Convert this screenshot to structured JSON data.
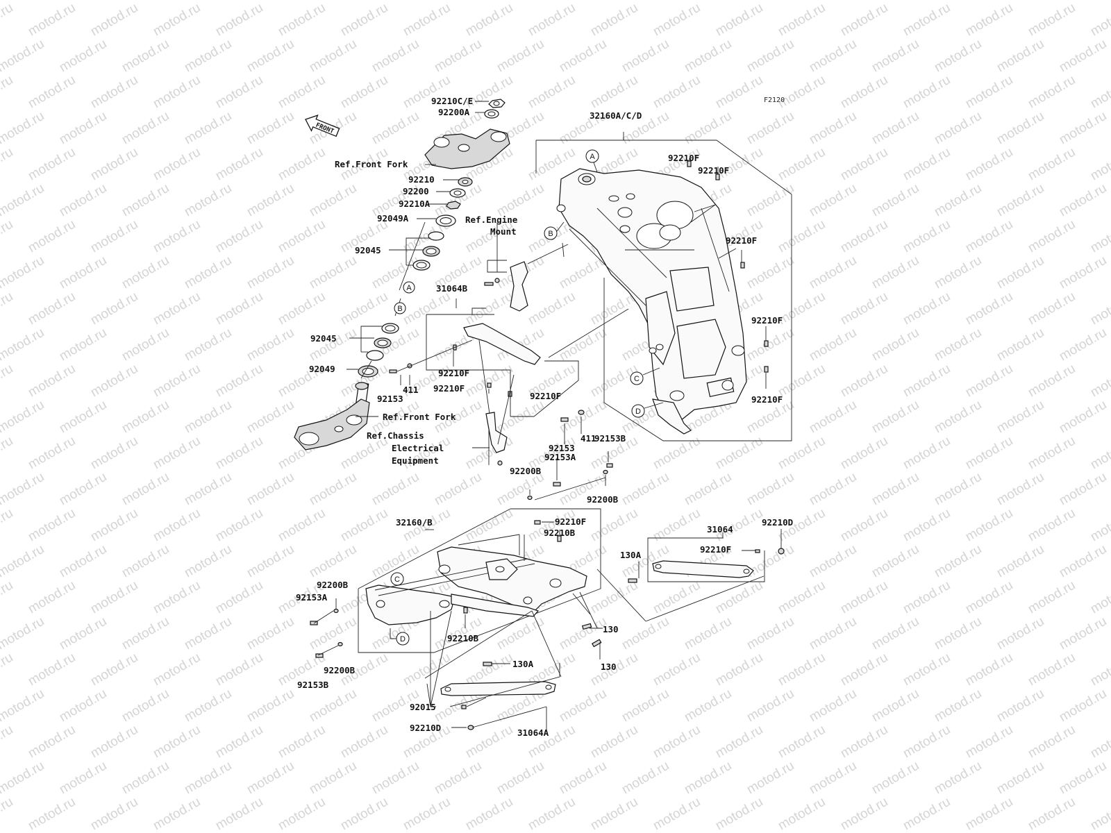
{
  "watermark": "motod.ru",
  "figure_code": "F2120",
  "front_label": "FRONT",
  "ref_circles": [
    "A",
    "B",
    "C",
    "D"
  ],
  "labels": {
    "p92210ce": "92210C/E",
    "p92200a": "92200A",
    "ref_front_fork_top": "Ref.Front Fork",
    "p92210": "92210",
    "p92200": "92200",
    "p92210a": "92210A",
    "p92049a": "92049A",
    "ref_engine_mount_1": "Ref.Engine",
    "ref_engine_mount_2": "Mount",
    "p92045_top": "92045",
    "p31064b": "31064B",
    "p92045_bottom": "92045",
    "p92049": "92049",
    "p92210f_a": "92210F",
    "p92210f_b": "92210F",
    "p92210f_c": "92210F",
    "p92153_left": "92153",
    "p411_left": "411",
    "ref_front_fork_bottom": "Ref.Front Fork",
    "ref_chassis_1": "Ref.Chassis",
    "ref_chassis_2": "Electrical",
    "ref_chassis_3": "Equipment",
    "p411_right": "411",
    "p92153_mid": "92153",
    "p92153a_mid": "92153A",
    "p92153b_mid": "92153B",
    "p92200b_mid": "92200B",
    "p92200b_right": "92200B",
    "p32160acd": "32160A/C/D",
    "p92210f_frame1": "92210F",
    "p92210f_frame2": "92210F",
    "p92210f_frame3": "92210F",
    "p92210f_frame4": "92210F",
    "p92210f_frame5": "92210F",
    "p32160b": "32160/B",
    "p92210f_sub": "92210F",
    "p92210b_sub": "92210B",
    "p92200b_left": "92200B",
    "p92153a_left": "92153A",
    "p92210b_bottom": "92210B",
    "p92200b_lower": "92200B",
    "p92153b_lower": "92153B",
    "p130_1": "130",
    "p130_2": "130",
    "p130a_bottom": "130A",
    "p92015": "92015",
    "p92210d_bottom": "92210D",
    "p31064a": "31064A",
    "p31064": "31064",
    "p92210d_right": "92210D",
    "p130a_right": "130A",
    "p92210f_right": "92210F"
  }
}
